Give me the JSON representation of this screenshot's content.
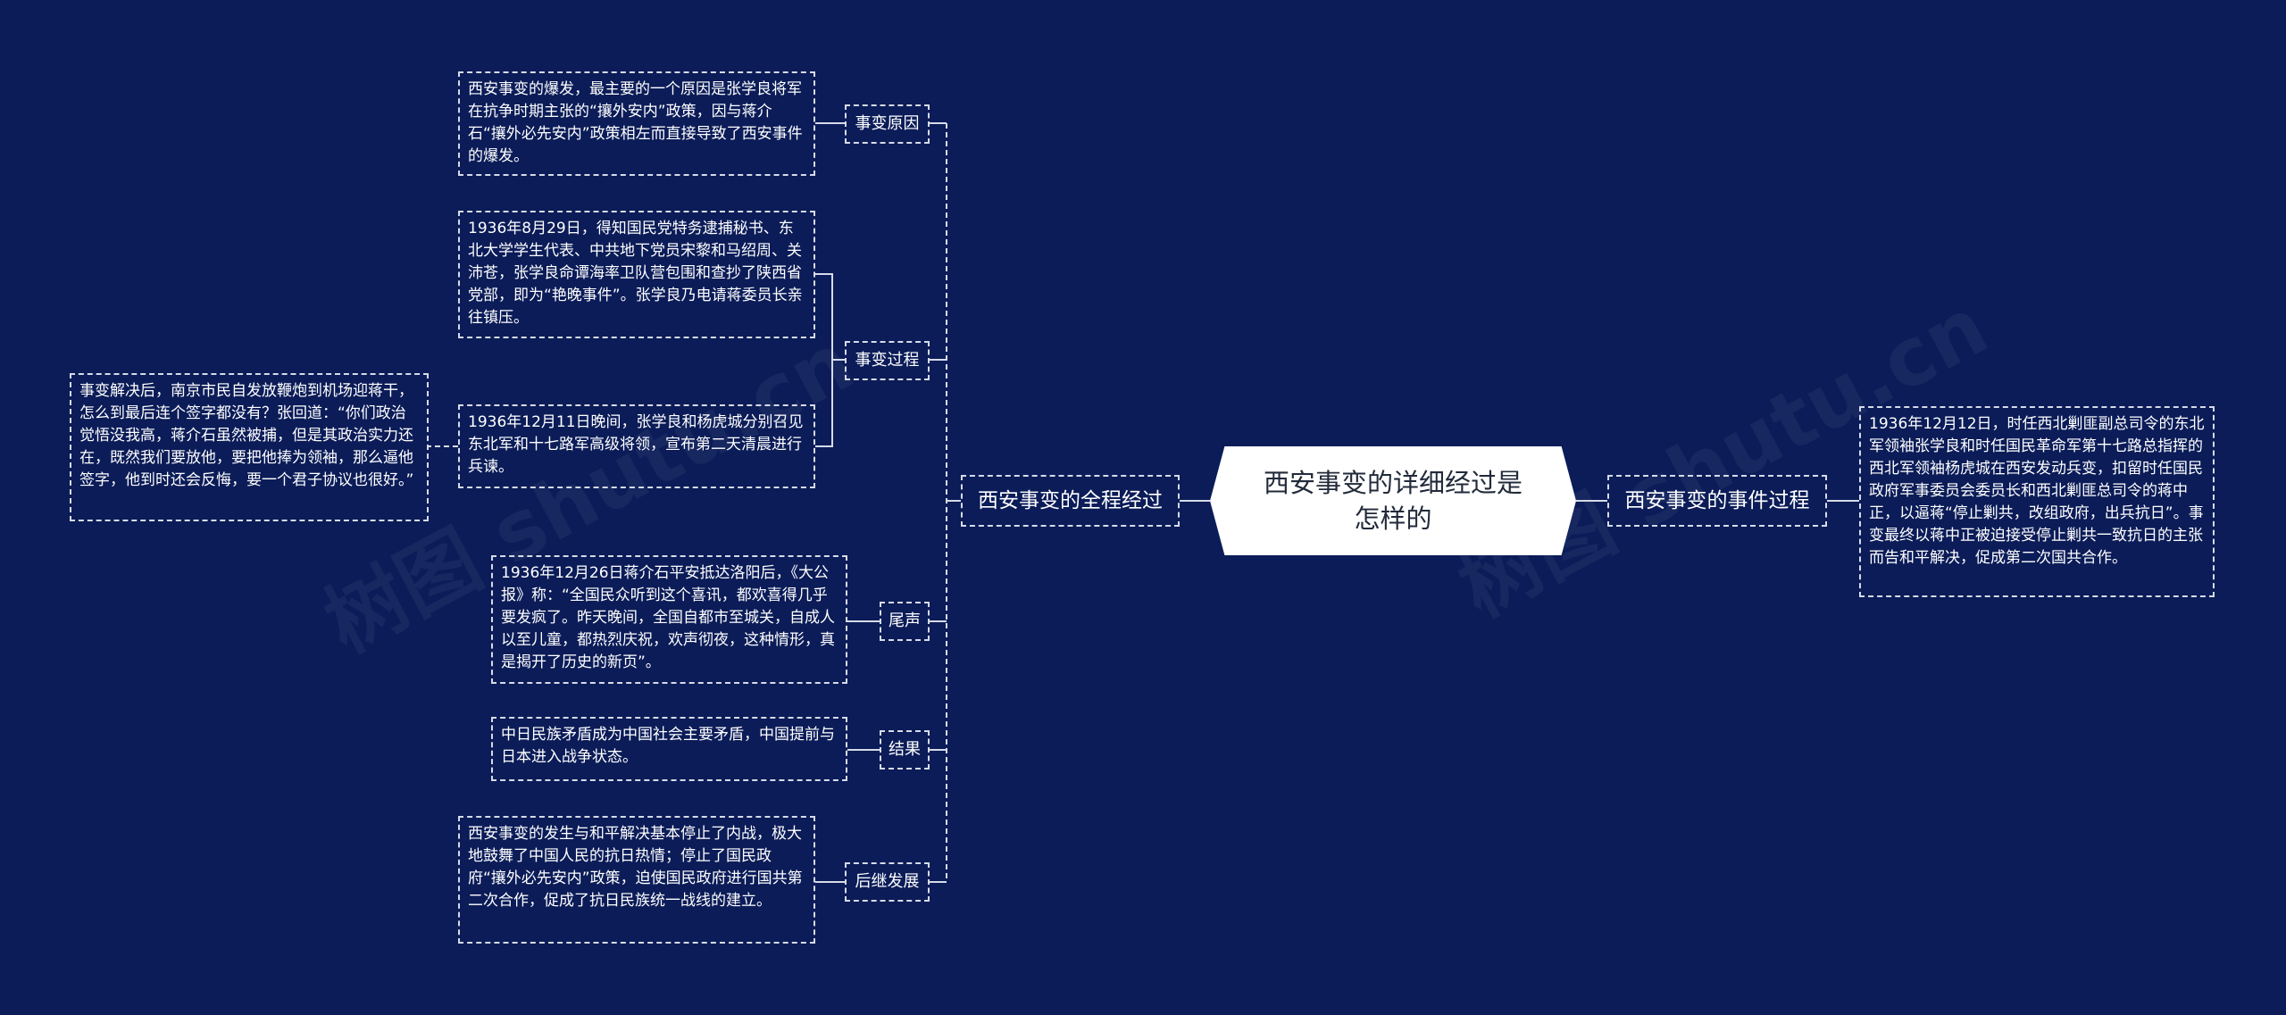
{
  "root": {
    "title": "西安事变的详细经过是怎样的"
  },
  "left_branch": {
    "label": "西安事变的全程经过"
  },
  "right_branch": {
    "label": "西安事变的事件过程"
  },
  "right_detail": "1936年12月12日，时任西北剿匪副总司令的东北军领袖张学良和时任国民革命军第十七路总指挥的西北军领袖杨虎城在西安发动兵变，扣留时任国民政府军事委员会委员长和西北剿匪总司令的蒋中正，以逼蒋“停止剿共，改组政府，出兵抗日”。事变最终以蒋中正被迫接受停止剿共一致抗日的主张而告和平解决，促成第二次国共合作。",
  "topics": [
    {
      "label": "事变原因",
      "details": [
        "西安事变的爆发，最主要的一个原因是张学良将军在抗争时期主张的“攘外安内”政策，因与蒋介石“攘外必先安内”政策相左而直接导致了西安事件的爆发。"
      ]
    },
    {
      "label": "事变过程",
      "details": [
        "1936年8月29日，得知国民党特务逮捕秘书、东北大学学生代表、中共地下党员宋黎和马绍周、关沛苍，张学良命谭海率卫队营包围和查抄了陕西省党部，即为“艳晚事件”。张学良乃电请蒋委员长亲往镇压。",
        "1936年12月11日晚间，张学良和杨虎城分别召见东北军和十七路军高级将领，宣布第二天清晨进行兵谏。"
      ],
      "sub_detail": "事变解决后，南京市民自发放鞭炮到机场迎蒋干，怎么到最后连个签字都没有？张回道：“你们政治觉悟没我高，蒋介石虽然被捕，但是其政治实力还在，既然我们要放他，要把他捧为领袖，那么逼他签字，他到时还会反悔，要一个君子协议也很好。”"
    },
    {
      "label": "尾声",
      "details": [
        "1936年12月26日蒋介石平安抵达洛阳后，《大公报》称：“全国民众听到这个喜讯，都欢喜得几乎要发疯了。昨天晚间，全国自都市至城关，自成人以至儿童，都热烈庆祝，欢声彻夜，这种情形，真是揭开了历史的新页”。"
      ]
    },
    {
      "label": "结果",
      "details": [
        "中日民族矛盾成为中国社会主要矛盾，中国提前与日本进入战争状态。"
      ]
    },
    {
      "label": "后继发展",
      "details": [
        "西安事变的发生与和平解决基本停止了内战，极大地鼓舞了中国人民的抗日热情；停止了国民政府“攘外必先安内”政策，迫使国民政府进行国共第二次合作，促成了抗日民族统一战线的建立。"
      ]
    }
  ],
  "watermarks": [
    "树图 shutu.cn",
    "树图 shutu.cn"
  ],
  "colors": {
    "background": "#0b1c58",
    "line": "#d6dbe8",
    "root_fill": "#ffffff"
  }
}
